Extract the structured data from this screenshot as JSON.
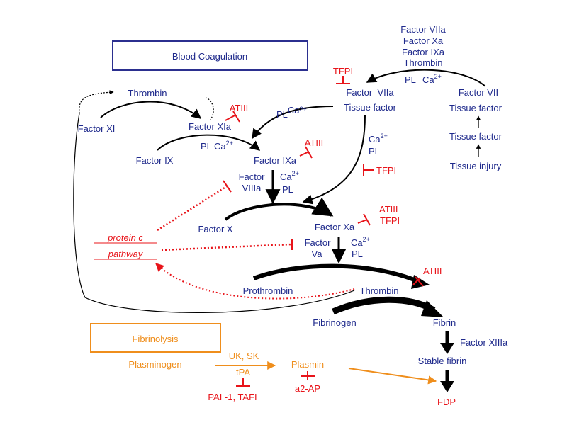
{
  "boxes": {
    "coagulation": "Blood Coagulation",
    "fibrinolysis": "Fibrinolysis"
  },
  "extrinsic": {
    "activators": [
      "Factor VIIa",
      "Factor Xa",
      "Factor IXa",
      "Thrombin"
    ],
    "pl": "PL",
    "ca": "Ca",
    "ca_sup": "2+",
    "tfpi_top": "TFPI",
    "factor_viia": "Factor  VIIa",
    "tissue_factor": "Tissue factor",
    "factor_vii": "Factor VII",
    "tissue_factor_right_1": "Tissue factor",
    "tissue_factor_right_2": "Tissue factor",
    "tissue_injury": "Tissue injury"
  },
  "intrinsic": {
    "thrombin": "Thrombin",
    "factor_xi": "Factor XI",
    "factor_xia": "Factor XIa",
    "atiii_1": "ATIII",
    "pl_ca_2": "PL",
    "factor_ix": "Factor IX",
    "pl_ca_ix": "PL Ca",
    "factor_ixa": "Factor IXa",
    "atiii_2": "ATIII",
    "factor_label": "Factor",
    "factor_viiia": "VIIIa",
    "ca_viiia": "Ca",
    "pl_viiia": "PL"
  },
  "common": {
    "ca_tf": "Ca",
    "pl_tf": "PL",
    "tfpi_mid": "TFPI",
    "atiii_3": "ATIII",
    "tfpi_3": "TFPI",
    "factor_x": "Factor X",
    "factor_xa": "Factor Xa",
    "factor_va_1": "Factor",
    "factor_va_2": "Va",
    "ca_va": "Ca",
    "pl_va": "PL",
    "prothrombin": "Prothrombin",
    "thrombin": "Thrombin",
    "atiii_4": "ATIII",
    "fibrinogen": "Fibrinogen",
    "fibrin": "Fibrin",
    "factor_xiiia": "Factor XIIIa",
    "stable_fibrin": "Stable fibrin",
    "fdp": "FDP"
  },
  "protein_c": {
    "line1": "protein c",
    "line2": "pathway"
  },
  "fibrinolysis": {
    "plasminogen": "Plasminogen",
    "uk_sk": "UK, SK",
    "tpa": "tPA",
    "plasmin": "Plasmin",
    "pai_tafi": "PAI -1, TAFI",
    "a2ap": "a2-AP"
  },
  "colors": {
    "blue": "#1f2a8c",
    "red": "#e8141a",
    "orange": "#ef8e1c",
    "black": "#000000"
  }
}
